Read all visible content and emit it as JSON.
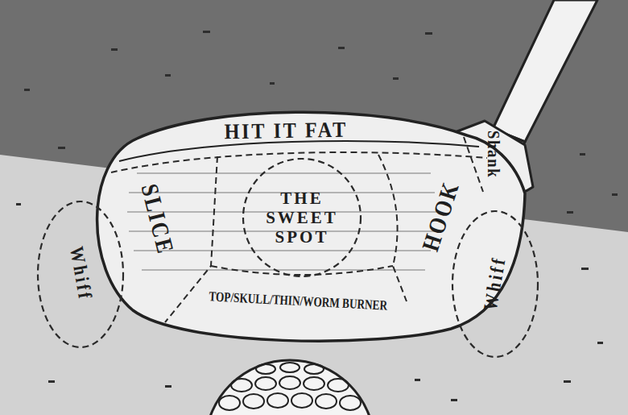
{
  "diagram": {
    "nodes": [
      {
        "text": [
          "HIT IT FAT"
        ]
      },
      {
        "text": [
          "SLICE"
        ]
      },
      {
        "text": [
          "THE SWEET SPOT"
        ]
      },
      {
        "text": [
          "HOOK"
        ]
      },
      {
        "text": [
          "TOP/SKULL/THIN/WORM BURNER"
        ]
      },
      {
        "text": [
          "Shank"
        ]
      },
      {
        "text": [
          "Whiff"
        ]
      },
      {
        "text": [
          "Whiff"
        ]
      }
    ]
  }
}
